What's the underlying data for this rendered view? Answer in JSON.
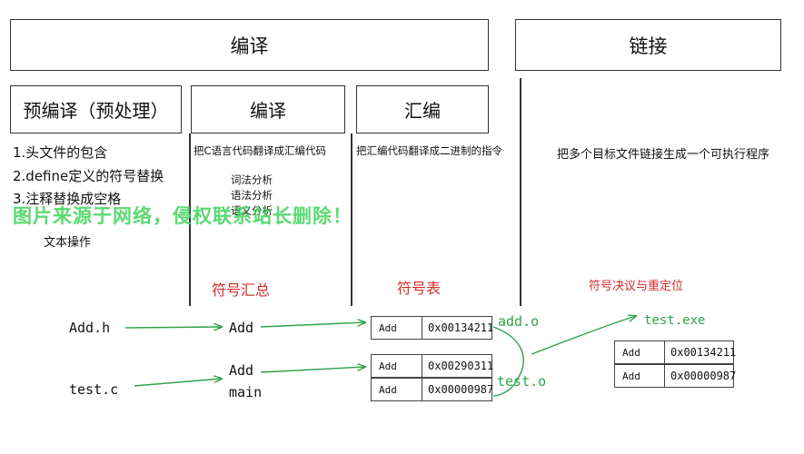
{
  "headers": {
    "compile": "编译",
    "link": "链接"
  },
  "stages": {
    "precompile": "预编译（预处理）",
    "compile": "编译",
    "assemble": "汇编"
  },
  "precompile_items": [
    "1.头文件的包含",
    "2.define定义的符号替换",
    "3.注释替换成空格"
  ],
  "precompile_note": "文本操作",
  "compile_desc": "把C语言代码翻译成汇编代码",
  "compile_items": [
    "词法分析",
    "语法分析",
    "语义分析"
  ],
  "assemble_desc": "把汇编代码翻译成二进制的指令",
  "link_desc": "把多个目标文件链接生成一个可执行程序",
  "red_labels": {
    "symbol_summary": "符号汇总",
    "symbol_table": "符号表",
    "symbol_resolution": "符号决议与重定位"
  },
  "files": {
    "header": "Add.h",
    "source": "test.c",
    "add_obj": "add.o",
    "test_obj": "test.o",
    "exe": "test.exe"
  },
  "symbols": {
    "add_h": [
      "Add"
    ],
    "test_c": [
      "Add",
      "main"
    ]
  },
  "tables": {
    "add_o": [
      {
        "name": "Add",
        "addr": "0x00134211"
      }
    ],
    "test_o": [
      {
        "name": "Add",
        "addr": "0x00290311"
      },
      {
        "name": "Add",
        "addr": "0x00000987"
      }
    ],
    "exe": [
      {
        "name": "Add",
        "addr": "0x00134211"
      },
      {
        "name": "Add",
        "addr": "0x00000987"
      }
    ]
  },
  "watermark": "图片来源于网络，侵权联系站长删除！",
  "colors": {
    "arrow": "#2fa24a",
    "red": "#d42b2b"
  }
}
